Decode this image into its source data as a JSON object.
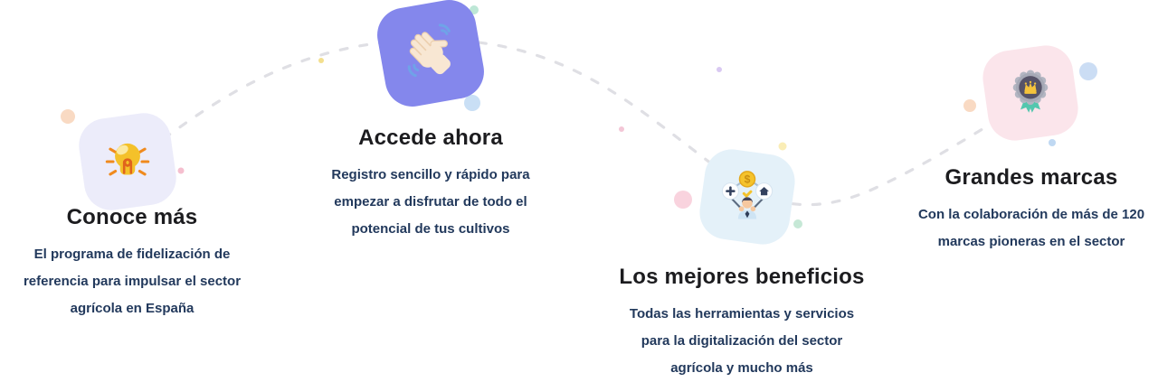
{
  "steps": [
    {
      "title": "Conoce más",
      "description": "El programa de fidelización de\nreferencia para impulsar el sector\nagrícola en España",
      "icon": "lightbulb-icon",
      "tile_color": "#ECECFA"
    },
    {
      "title": "Accede ahora",
      "description": "Registro sencillo y rápido para\nempezar a disfrutar de todo el\npotencial de tus cultivos",
      "icon": "waving-hand-icon",
      "tile_color": "#8487EC"
    },
    {
      "title": "Los mejores beneficios",
      "description": "Todas las herramientas y servicios\npara la digitalización del sector\nagrícola y mucho más",
      "icon": "benefits-person-icon",
      "tile_color": "#E4F1F9"
    },
    {
      "title": "Grandes marcas",
      "description": "Con la colaboración de más de 120\nmarcas pioneras en el sector",
      "icon": "medal-icon",
      "tile_color": "#FBE5EB"
    }
  ],
  "icon_details": {
    "coin_symbol": "$"
  },
  "colors": {
    "title_text": "#1C1C1F",
    "body_text": "#22395C",
    "connector_dash": "#DFDFE4",
    "tile_lavender": "#ECECFA",
    "tile_purple": "#8487EC",
    "tile_blue": "#E4F1F9",
    "tile_pink": "#FBE5EB",
    "accent_gold": "#F2BE24",
    "accent_teal": "#53C7AE"
  }
}
